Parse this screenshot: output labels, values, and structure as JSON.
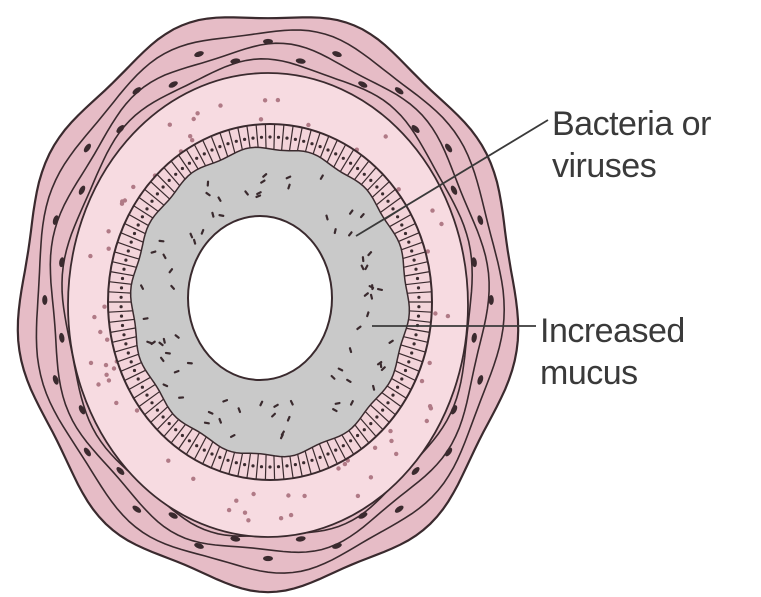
{
  "labels": {
    "bacteria_line1": "Bacteria or",
    "bacteria_line2": "viruses",
    "mucus_line1": "Increased",
    "mucus_line2": "mucus"
  },
  "colors": {
    "outer_wall": "#e6bcc6",
    "outer_wall_stroke": "#3a2a2e",
    "inner_tissue": "#f7dbe1",
    "epithelium": "#f3d4da",
    "mucus": "#c9c9c9",
    "lumen": "#ffffff",
    "leader_line": "#3a3a3a",
    "dots": "#b07a86",
    "nuclei": "#3a2a2e"
  }
}
